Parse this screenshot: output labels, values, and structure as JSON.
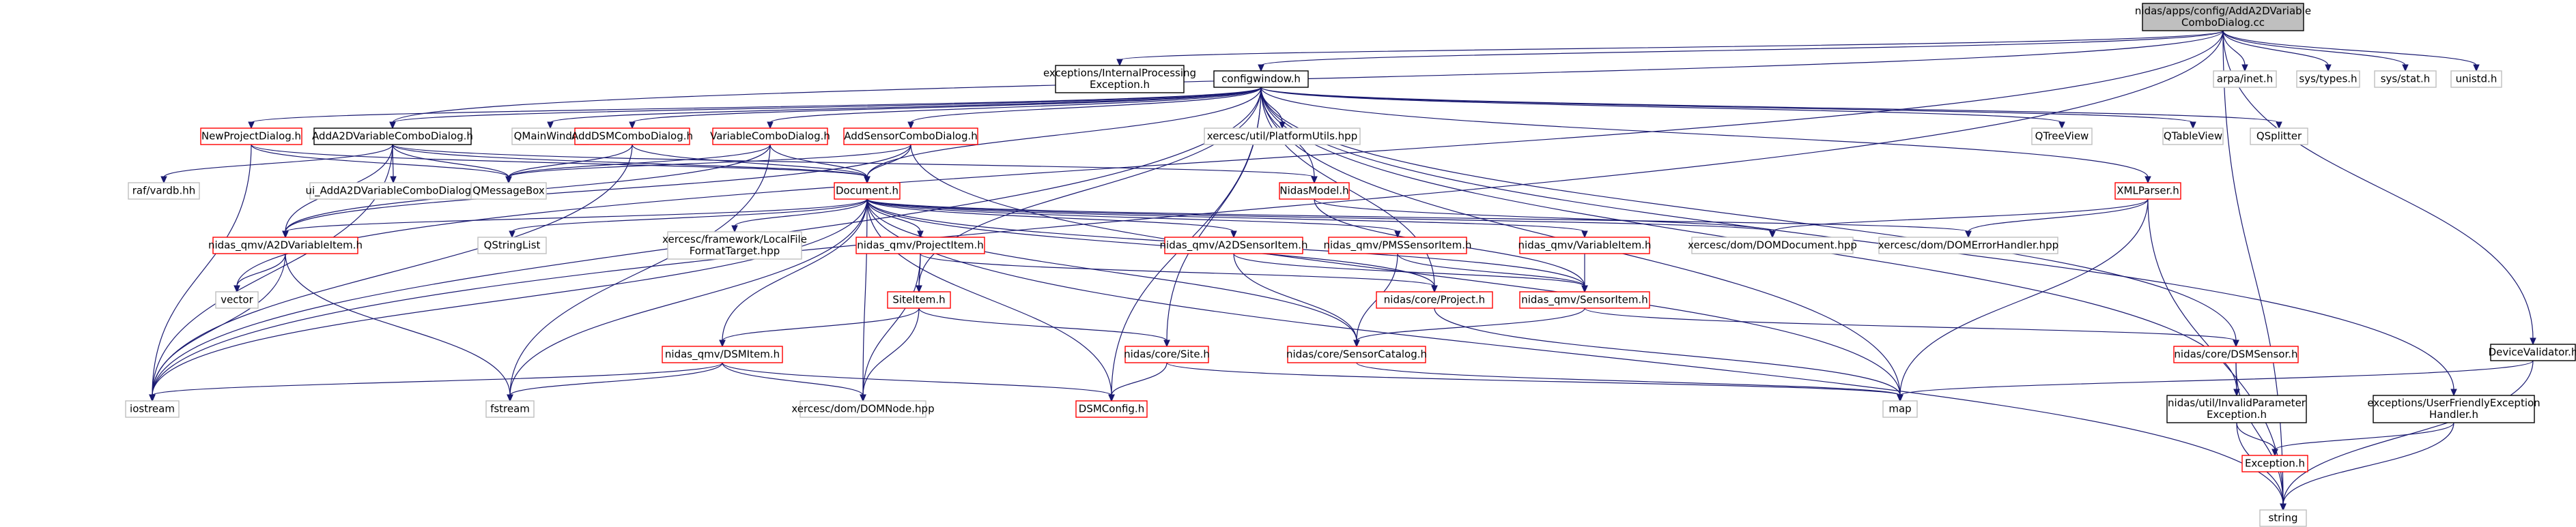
{
  "colors": {
    "edge": "#191970",
    "root_fill": "#bfbfbf",
    "documented_border": "#000000",
    "has_graph_border": "#ff0000",
    "external_border": "#bfbfbf",
    "text": "#000000",
    "external_text": "#000000"
  },
  "nodes": [
    {
      "id": "root",
      "lines": [
        "nidas/apps/config/AddA2DVariable",
        "ComboDialog.cc"
      ],
      "kind": "root"
    },
    {
      "id": "exc_internal",
      "lines": [
        "exceptions/InternalProcessing",
        "Exception.h"
      ],
      "kind": "documented"
    },
    {
      "id": "configwindow",
      "lines": [
        "configwindow.h"
      ],
      "kind": "documented"
    },
    {
      "id": "arpa",
      "lines": [
        "arpa/inet.h"
      ],
      "kind": "external"
    },
    {
      "id": "systypes",
      "lines": [
        "sys/types.h"
      ],
      "kind": "external"
    },
    {
      "id": "sysstat",
      "lines": [
        "sys/stat.h"
      ],
      "kind": "external"
    },
    {
      "id": "unistd",
      "lines": [
        "unistd.h"
      ],
      "kind": "external"
    },
    {
      "id": "devicevalidator",
      "lines": [
        "DeviceValidator.h"
      ],
      "kind": "documented"
    },
    {
      "id": "newproject",
      "lines": [
        "NewProjectDialog.h"
      ],
      "kind": "linked"
    },
    {
      "id": "adda2dcombo",
      "lines": [
        "AddA2DVariableComboDialog.h"
      ],
      "kind": "documented"
    },
    {
      "id": "qmainwindow",
      "lines": [
        "QMainWindow"
      ],
      "kind": "external"
    },
    {
      "id": "adddsm",
      "lines": [
        "AddDSMComboDialog.h"
      ],
      "kind": "linked"
    },
    {
      "id": "varcombo",
      "lines": [
        "VariableComboDialog.h"
      ],
      "kind": "linked"
    },
    {
      "id": "addsensor",
      "lines": [
        "AddSensorComboDialog.h"
      ],
      "kind": "linked"
    },
    {
      "id": "platformutils",
      "lines": [
        "xercesc/util/PlatformUtils.hpp"
      ],
      "kind": "external"
    },
    {
      "id": "qtreeview",
      "lines": [
        "QTreeView"
      ],
      "kind": "external"
    },
    {
      "id": "qtableview",
      "lines": [
        "QTableView"
      ],
      "kind": "external"
    },
    {
      "id": "qsplitter",
      "lines": [
        "QSplitter"
      ],
      "kind": "external"
    },
    {
      "id": "ralvardb",
      "lines": [
        "raf/vardb.hh"
      ],
      "kind": "external"
    },
    {
      "id": "ui_adda2d",
      "lines": [
        "ui_AddA2DVariableComboDialog.h"
      ],
      "kind": "external"
    },
    {
      "id": "qmessagebox",
      "lines": [
        "QMessageBox"
      ],
      "kind": "external"
    },
    {
      "id": "document",
      "lines": [
        "Document.h"
      ],
      "kind": "linked"
    },
    {
      "id": "nidasmodel",
      "lines": [
        "NidasModel.h"
      ],
      "kind": "linked"
    },
    {
      "id": "xmlparser",
      "lines": [
        "XMLParser.h"
      ],
      "kind": "linked"
    },
    {
      "id": "a2dvaritem",
      "lines": [
        "nidas_qmv/A2DVariableItem.h"
      ],
      "kind": "linked"
    },
    {
      "id": "qstringlist",
      "lines": [
        "QStringList"
      ],
      "kind": "external"
    },
    {
      "id": "localfile",
      "lines": [
        "xercesc/framework/LocalFile",
        "FormatTarget.hpp"
      ],
      "kind": "external"
    },
    {
      "id": "projectitem",
      "lines": [
        "nidas_qmv/ProjectItem.h"
      ],
      "kind": "linked"
    },
    {
      "id": "a2dsensoritem",
      "lines": [
        "nidas_qmv/A2DSensorItem.h"
      ],
      "kind": "linked"
    },
    {
      "id": "pmssensoritem",
      "lines": [
        "nidas_qmv/PMSSensorItem.h"
      ],
      "kind": "linked"
    },
    {
      "id": "variableitem",
      "lines": [
        "nidas_qmv/VariableItem.h"
      ],
      "kind": "linked"
    },
    {
      "id": "domdocument",
      "lines": [
        "xercesc/dom/DOMDocument.hpp"
      ],
      "kind": "external"
    },
    {
      "id": "domerrorhandler",
      "lines": [
        "xercesc/dom/DOMErrorHandler.hpp"
      ],
      "kind": "external"
    },
    {
      "id": "vector",
      "lines": [
        "vector"
      ],
      "kind": "external"
    },
    {
      "id": "siteitem",
      "lines": [
        "SiteItem.h"
      ],
      "kind": "linked"
    },
    {
      "id": "project",
      "lines": [
        "nidas/core/Project.h"
      ],
      "kind": "linked"
    },
    {
      "id": "sensoritem",
      "lines": [
        "nidas_qmv/SensorItem.h"
      ],
      "kind": "linked"
    },
    {
      "id": "dsmitem",
      "lines": [
        "nidas_qmv/DSMItem.h"
      ],
      "kind": "linked"
    },
    {
      "id": "site",
      "lines": [
        "nidas/core/Site.h"
      ],
      "kind": "linked"
    },
    {
      "id": "sensorcatalog",
      "lines": [
        "nidas/core/SensorCatalog.h"
      ],
      "kind": "linked"
    },
    {
      "id": "dsmsensor",
      "lines": [
        "nidas/core/DSMSensor.h"
      ],
      "kind": "linked"
    },
    {
      "id": "invalidparam",
      "lines": [
        "nidas/util/InvalidParameter",
        "Exception.h"
      ],
      "kind": "documented"
    },
    {
      "id": "userfriendly",
      "lines": [
        "exceptions/UserFriendlyException",
        "Handler.h"
      ],
      "kind": "documented"
    },
    {
      "id": "iostream",
      "lines": [
        "iostream"
      ],
      "kind": "external"
    },
    {
      "id": "fstream",
      "lines": [
        "fstream"
      ],
      "kind": "external"
    },
    {
      "id": "domnode",
      "lines": [
        "xercesc/dom/DOMNode.hpp"
      ],
      "kind": "external"
    },
    {
      "id": "dsmconfig",
      "lines": [
        "DSMConfig.h"
      ],
      "kind": "linked"
    },
    {
      "id": "map",
      "lines": [
        "map"
      ],
      "kind": "external"
    },
    {
      "id": "exception",
      "lines": [
        "Exception.h"
      ],
      "kind": "linked"
    },
    {
      "id": "string",
      "lines": [
        "string"
      ],
      "kind": "external"
    }
  ],
  "edges": [
    [
      "root",
      "exc_internal"
    ],
    [
      "root",
      "configwindow"
    ],
    [
      "root",
      "arpa"
    ],
    [
      "root",
      "systypes"
    ],
    [
      "root",
      "sysstat"
    ],
    [
      "root",
      "unistd"
    ],
    [
      "root",
      "devicevalidator"
    ],
    [
      "root",
      "adda2dcombo"
    ],
    [
      "root",
      "vector"
    ],
    [
      "root",
      "iostream"
    ],
    [
      "root",
      "string"
    ],
    [
      "configwindow",
      "newproject"
    ],
    [
      "configwindow",
      "adda2dcombo"
    ],
    [
      "configwindow",
      "qmainwindow"
    ],
    [
      "configwindow",
      "adddsm"
    ],
    [
      "configwindow",
      "varcombo"
    ],
    [
      "configwindow",
      "addsensor"
    ],
    [
      "configwindow",
      "platformutils"
    ],
    [
      "configwindow",
      "qtreeview"
    ],
    [
      "configwindow",
      "qtableview"
    ],
    [
      "configwindow",
      "qsplitter"
    ],
    [
      "configwindow",
      "document"
    ],
    [
      "configwindow",
      "nidasmodel"
    ],
    [
      "configwindow",
      "xmlparser"
    ],
    [
      "configwindow",
      "siteitem"
    ],
    [
      "configwindow",
      "site"
    ],
    [
      "configwindow",
      "dsmsensor"
    ],
    [
      "configwindow",
      "invalidparam"
    ],
    [
      "configwindow",
      "userfriendly"
    ],
    [
      "configwindow",
      "dsmconfig"
    ],
    [
      "configwindow",
      "iostream"
    ],
    [
      "configwindow",
      "project"
    ],
    [
      "configwindow",
      "map"
    ],
    [
      "newproject",
      "qmessagebox"
    ],
    [
      "newproject",
      "document"
    ],
    [
      "newproject",
      "iostream"
    ],
    [
      "adda2dcombo",
      "ralvardb"
    ],
    [
      "adda2dcombo",
      "ui_adda2d"
    ],
    [
      "adda2dcombo",
      "qmessagebox"
    ],
    [
      "adda2dcombo",
      "document"
    ],
    [
      "adda2dcombo",
      "a2dvaritem"
    ],
    [
      "adda2dcombo",
      "nidasmodel"
    ],
    [
      "adda2dcombo",
      "iostream"
    ],
    [
      "adddsm",
      "qmessagebox"
    ],
    [
      "adddsm",
      "document"
    ],
    [
      "adddsm",
      "iostream"
    ],
    [
      "varcombo",
      "qmessagebox"
    ],
    [
      "varcombo",
      "document"
    ],
    [
      "varcombo",
      "a2dvaritem"
    ],
    [
      "varcombo",
      "fstream"
    ],
    [
      "addsensor",
      "qmessagebox"
    ],
    [
      "addsensor",
      "document"
    ],
    [
      "addsensor",
      "a2dvaritem"
    ],
    [
      "addsensor",
      "map"
    ],
    [
      "document",
      "a2dvaritem"
    ],
    [
      "document",
      "qstringlist"
    ],
    [
      "document",
      "localfile"
    ],
    [
      "document",
      "projectitem"
    ],
    [
      "document",
      "a2dsensoritem"
    ],
    [
      "document",
      "pmssensoritem"
    ],
    [
      "document",
      "variableitem"
    ],
    [
      "document",
      "domdocument"
    ],
    [
      "document",
      "domerrorhandler"
    ],
    [
      "document",
      "dsmitem"
    ],
    [
      "document",
      "sensorcatalog"
    ],
    [
      "document",
      "sensoritem"
    ],
    [
      "document",
      "domnode"
    ],
    [
      "document",
      "fstream"
    ],
    [
      "document",
      "iostream"
    ],
    [
      "document",
      "string"
    ],
    [
      "document",
      "dsmconfig"
    ],
    [
      "document",
      "project"
    ],
    [
      "nidasmodel",
      "domdocument"
    ],
    [
      "nidasmodel",
      "sensoritem"
    ],
    [
      "xmlparser",
      "domdocument"
    ],
    [
      "xmlparser",
      "domerrorhandler"
    ],
    [
      "xmlparser",
      "map"
    ],
    [
      "xmlparser",
      "string"
    ],
    [
      "a2dvaritem",
      "vector"
    ],
    [
      "a2dvaritem",
      "iostream"
    ],
    [
      "a2dvaritem",
      "fstream"
    ],
    [
      "projectitem",
      "siteitem"
    ],
    [
      "projectitem",
      "project"
    ],
    [
      "projectitem",
      "domnode"
    ],
    [
      "a2dsensoritem",
      "sensoritem"
    ],
    [
      "a2dsensoritem",
      "sensorcatalog"
    ],
    [
      "pmssensoritem",
      "sensoritem"
    ],
    [
      "pmssensoritem",
      "sensorcatalog"
    ],
    [
      "variableitem",
      "sensoritem"
    ],
    [
      "siteitem",
      "dsmitem"
    ],
    [
      "siteitem",
      "site"
    ],
    [
      "siteitem",
      "domnode"
    ],
    [
      "dsmitem",
      "iostream"
    ],
    [
      "dsmitem",
      "fstream"
    ],
    [
      "dsmitem",
      "domnode"
    ],
    [
      "dsmitem",
      "dsmconfig"
    ],
    [
      "site",
      "dsmconfig"
    ],
    [
      "site",
      "map"
    ],
    [
      "sensoritem",
      "dsmsensor"
    ],
    [
      "sensoritem",
      "sensorcatalog"
    ],
    [
      "sensorcatalog",
      "map"
    ],
    [
      "project",
      "map"
    ],
    [
      "dsmsensor",
      "invalidparam"
    ],
    [
      "dsmsensor",
      "string"
    ],
    [
      "invalidparam",
      "exception"
    ],
    [
      "invalidparam",
      "string"
    ],
    [
      "userfriendly",
      "exception"
    ],
    [
      "userfriendly",
      "string"
    ],
    [
      "devicevalidator",
      "map"
    ],
    [
      "devicevalidator",
      "string"
    ]
  ]
}
